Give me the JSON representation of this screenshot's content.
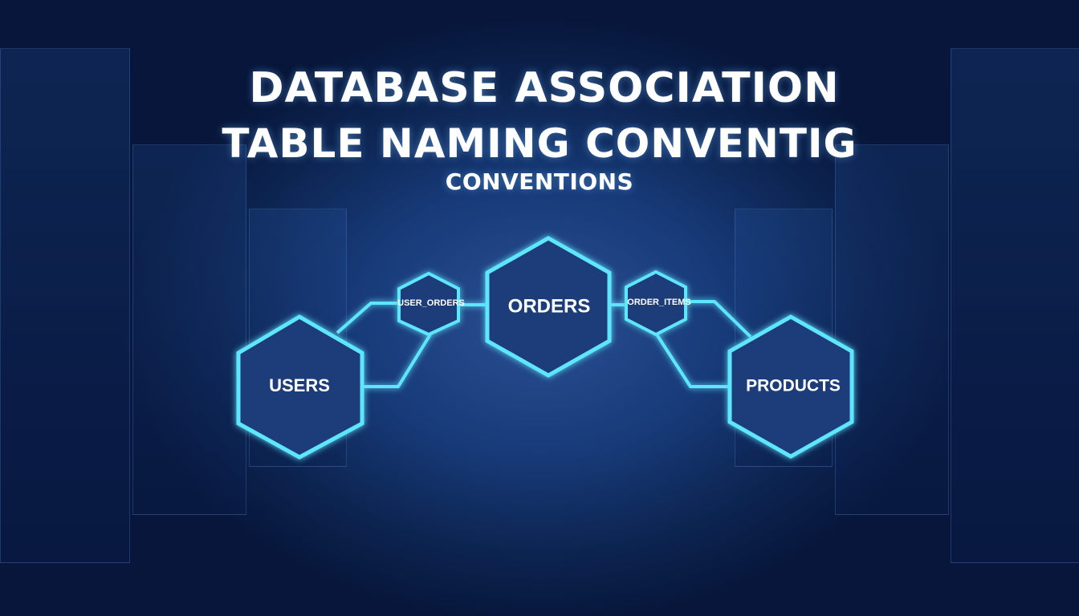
{
  "title": {
    "line1": "DATABASE ASSOCIATION",
    "line2": "TABLE NAMING CONVENTIG",
    "subtitle": "CONVENTIONS"
  },
  "nodes": {
    "users": "USERS",
    "user_orders": "USER_ORDERS",
    "orders": "ORDERS",
    "order_items": "ORDER_ITEMS",
    "products": "PRODUCTS"
  },
  "colors": {
    "background": "#081a3a",
    "hex_fill": "#1f3d7a",
    "hex_stroke": "#5ee6ff",
    "connector": "#5ee6ff",
    "text": "#ffffff"
  }
}
